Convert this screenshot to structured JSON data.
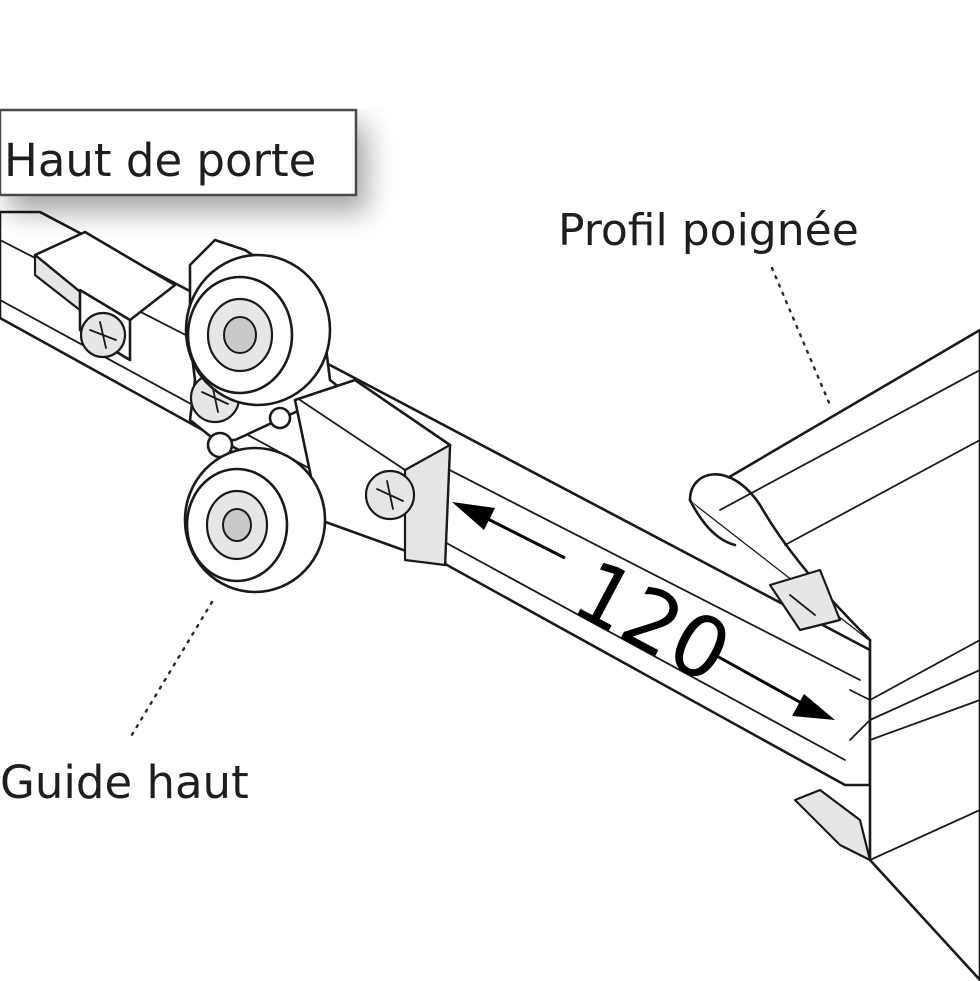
{
  "labels": {
    "door_top": "Haut de porte",
    "handle_profile": "Profil poignée",
    "top_guide": "Guide haut"
  },
  "dimension": {
    "value": "120"
  }
}
